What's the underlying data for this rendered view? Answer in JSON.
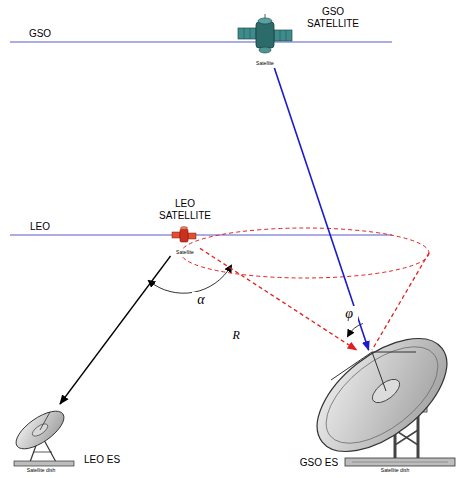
{
  "diagram": {
    "nodes": [
      {
        "text": [
          "GSO SATELLITE",
          "Satellite"
        ]
      },
      {
        "text": [
          "LEO SATELLITE",
          "Satellite"
        ]
      },
      {
        "text": [
          "LEO ES",
          "Satellite dish"
        ]
      },
      {
        "text": [
          "GSO ES",
          "Satellite dish"
        ]
      }
    ],
    "edges": [
      {
        "from": 1,
        "to": 2,
        "arrow": "to"
      },
      {
        "from": 0,
        "to": 3,
        "arrow": "to"
      },
      {
        "from": 1,
        "to": 3,
        "label": "R",
        "arrow": "to"
      }
    ],
    "labels": [
      "GSO",
      "LEO",
      "α",
      "φ"
    ]
  }
}
